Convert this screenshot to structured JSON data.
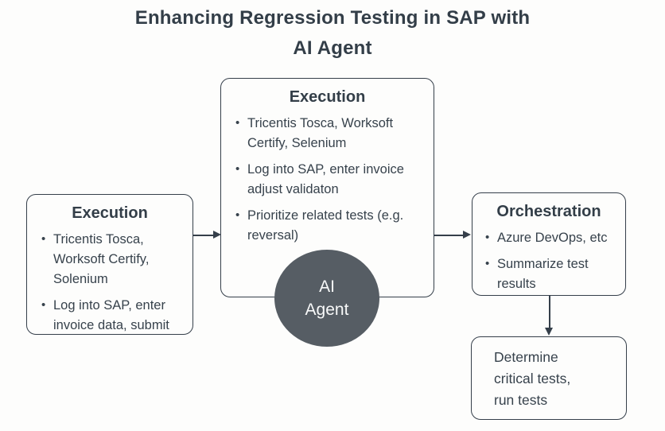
{
  "title": {
    "line1": "Enhancing Regression Testing in SAP with",
    "line2": "AI Agent"
  },
  "nodes": {
    "execution_left": {
      "title": "Execution",
      "bullets": [
        "Tricentis Tosca, Worksoft Certify, Solenium",
        "Log into SAP, enter invoice data, submit"
      ]
    },
    "execution_main": {
      "title": "Execution",
      "bullets": [
        "Tricentis Tosca, Worksoft Certify, Selenium",
        "Log into SAP, enter invoice adjust validaton",
        "Prioritize related tests (e.g. reversal)"
      ]
    },
    "orchestration": {
      "title": "Orchestration",
      "bullets": [
        "Azure DevOps, etc",
        "Summarize test results"
      ]
    },
    "determine": {
      "lines": [
        "Determine",
        "critical tests,",
        "run tests"
      ]
    },
    "ai_agent": {
      "lines": [
        "AI",
        "Agent"
      ]
    }
  },
  "edges": [
    {
      "from": "execution_left",
      "to": "execution_main",
      "direction": "right"
    },
    {
      "from": "execution_main",
      "to": "orchestration",
      "direction": "right"
    },
    {
      "from": "orchestration",
      "to": "determine",
      "direction": "down"
    }
  ],
  "colors": {
    "text": "#37424c",
    "border": "#353f4a",
    "ai_agent_fill": "#565d64",
    "ai_agent_text": "#f8f9f9",
    "background": "#fdfdfc"
  }
}
